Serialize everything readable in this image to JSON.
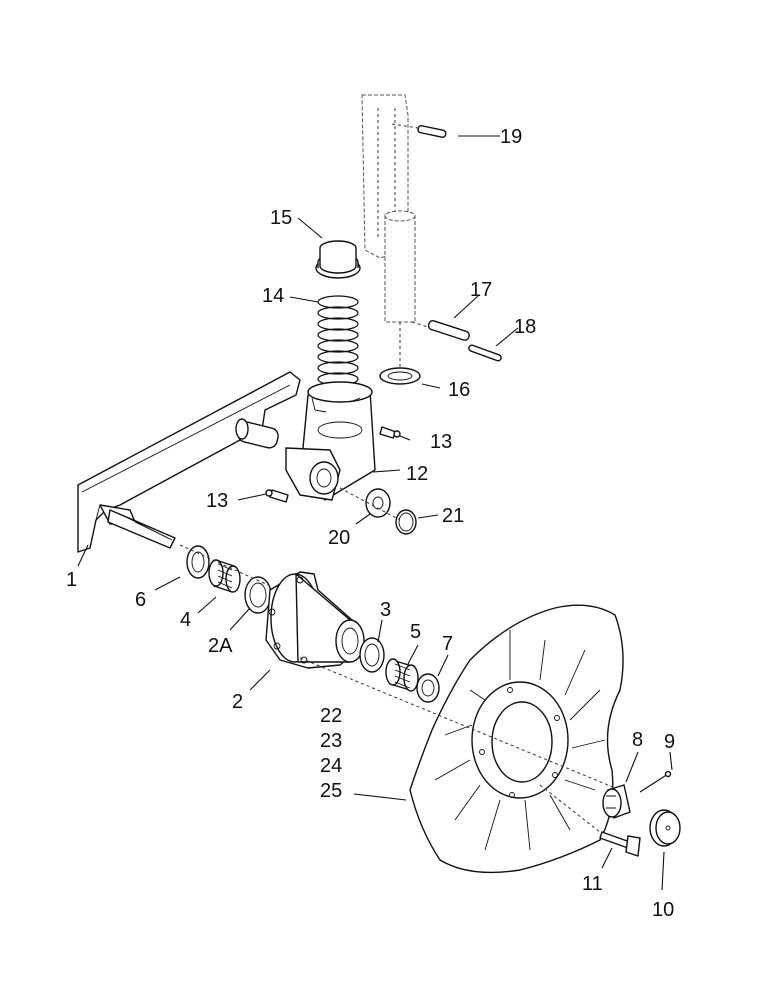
{
  "callouts": {
    "c1": "1",
    "c2": "2",
    "c2a": "2A",
    "c3": "3",
    "c4": "4",
    "c5": "5",
    "c6": "6",
    "c7": "7",
    "c8": "8",
    "c9": "9",
    "c10": "10",
    "c11": "11",
    "c12": "12",
    "c13a": "13",
    "c13b": "13",
    "c14": "14",
    "c15": "15",
    "c16": "16",
    "c17": "17",
    "c18": "18",
    "c19": "19",
    "c20": "20",
    "c21": "21",
    "c22": "22",
    "c23": "23",
    "c24": "24",
    "c25": "25"
  },
  "colors": {
    "ink": "#111111",
    "background": "#ffffff"
  }
}
